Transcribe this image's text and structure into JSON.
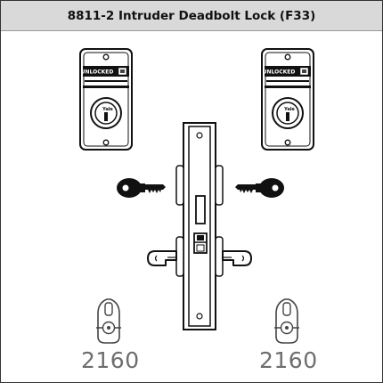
{
  "title": "8811-2 Intruder Deadbolt Lock (F33)",
  "outside_trim": {
    "indicator_text": "UNLOCKED",
    "cylinder_brand": "Yale"
  },
  "inside_trim": {
    "indicator_text": "UNLOCKED",
    "cylinder_brand": "Yale"
  },
  "left_model_number": "2160",
  "right_model_number": "2160",
  "icons": {
    "left_key": "key-icon",
    "right_key": "key-icon",
    "left_lever": "lever-handle-icon",
    "right_lever": "lever-handle-icon",
    "left_rose_trim": "lever-rose-trim-icon",
    "right_rose_trim": "lever-rose-trim-icon",
    "mortise_lock": "mortise-lock-body-icon"
  }
}
